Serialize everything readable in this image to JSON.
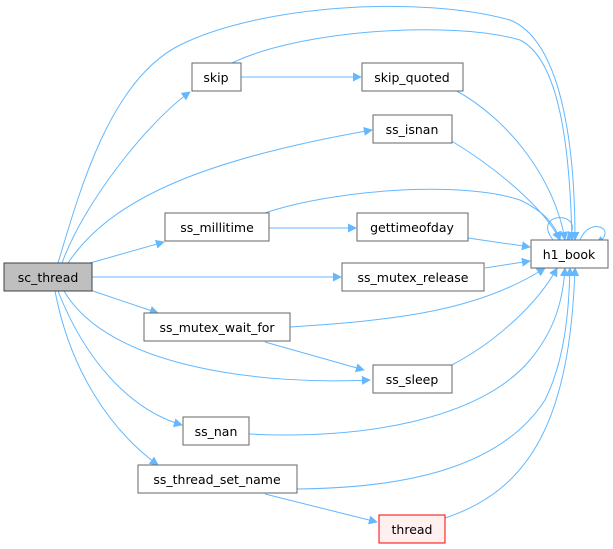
{
  "colors": {
    "node_border": "#666666",
    "node_fill": "#ffffff",
    "focus_fill": "#bfbfbf",
    "focus_border": "#404040",
    "red_border": "#ff0000",
    "red_fill": "#fff0f0",
    "edge": "#63b8ff"
  },
  "nodes": {
    "sc_thread": "sc_thread",
    "skip": "skip",
    "skip_quoted": "skip_quoted",
    "ss_isnan": "ss_isnan",
    "ss_millitime": "ss_millitime",
    "gettimeofday": "gettimeofday",
    "h1_book": "h1_book",
    "ss_mutex_release": "ss_mutex_release",
    "ss_mutex_wait_for": "ss_mutex_wait_for",
    "ss_sleep": "ss_sleep",
    "ss_nan": "ss_nan",
    "ss_thread_set_name": "ss_thread_set_name",
    "thread": "thread"
  }
}
